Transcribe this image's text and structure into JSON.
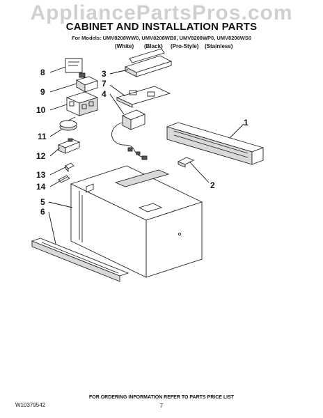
{
  "header": {
    "title": "CABINET AND INSTALLATION PARTS",
    "models_line": "For Models: UMV8208WW0, UMV8208WB0, UMV8208WP0, UMV8208WS0",
    "variants": [
      "(White)",
      "(Black)",
      "(Pro-Style)",
      "(Stainless)"
    ]
  },
  "watermark": "AppliancePartsPros.com",
  "callouts": [
    "1",
    "2",
    "3",
    "4",
    "5",
    "6",
    "7",
    "8",
    "9",
    "10",
    "11",
    "12",
    "13",
    "14"
  ],
  "footer": {
    "doc_number": "W10379542",
    "ordering_note": "FOR ORDERING INFORMATION REFER TO PARTS PRICE LIST",
    "page_number": "7"
  }
}
